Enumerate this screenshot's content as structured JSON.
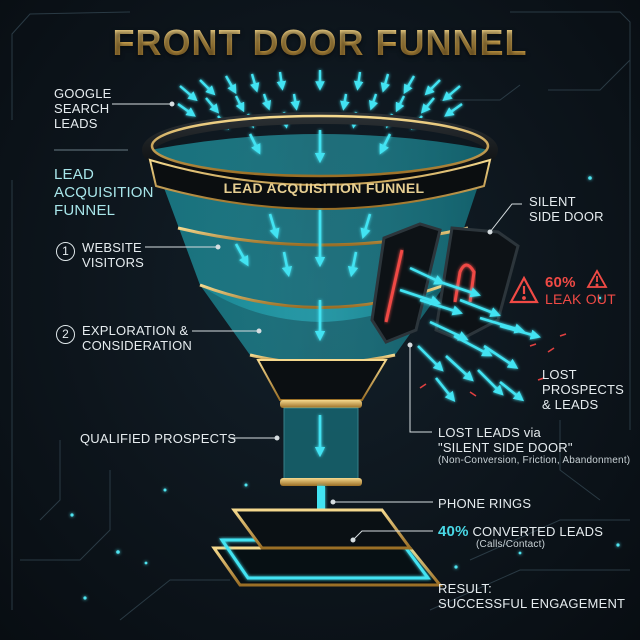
{
  "title": "FRONT DOOR FUNNEL",
  "funnel_band_label": "LEAD ACQUISITION FUNNEL",
  "left_labels": {
    "source": [
      "GOOGLE",
      "SEARCH",
      "LEADS"
    ],
    "section": [
      "LEAD",
      "ACQUISITION",
      "FUNNEL"
    ],
    "step1": {
      "number": "1",
      "lines": [
        "WEBSITE",
        "VISITORS"
      ]
    },
    "step2": {
      "number": "2",
      "lines": [
        "EXPLORATION &",
        "CONSIDERATION"
      ]
    },
    "qualified": "QUALIFIED PROSPECTS"
  },
  "right_labels": {
    "side_door": [
      "SILENT",
      "SIDE DOOR"
    ],
    "leak": {
      "percent": "60%",
      "text": "LEAK OUT",
      "icon": "warning-triangle-icon"
    },
    "lost_prospects": [
      "LOST",
      "PROSPECTS",
      "& LEADS"
    ],
    "lost_leads": {
      "line1": "LOST LEADS via",
      "line2": "\"SILENT SIDE DOOR\"",
      "note": "(Non-Conversion, Friction, Abandonment)"
    },
    "phone_rings": "PHONE RINGS",
    "converted": {
      "percent": "40%",
      "text": "CONVERTED LEADS",
      "note": "(Calls/Contact)"
    },
    "result": [
      "RESULT:",
      "SUCCESSFUL ENGAGEMENT"
    ]
  },
  "colors": {
    "background": "#0b1116",
    "gold": "#d9ad52",
    "teal": "#3fe0ef",
    "alert_red": "#f04a45",
    "text": "#e6ecef"
  },
  "stats": {
    "leak_out_percent": 60,
    "converted_percent": 40
  }
}
